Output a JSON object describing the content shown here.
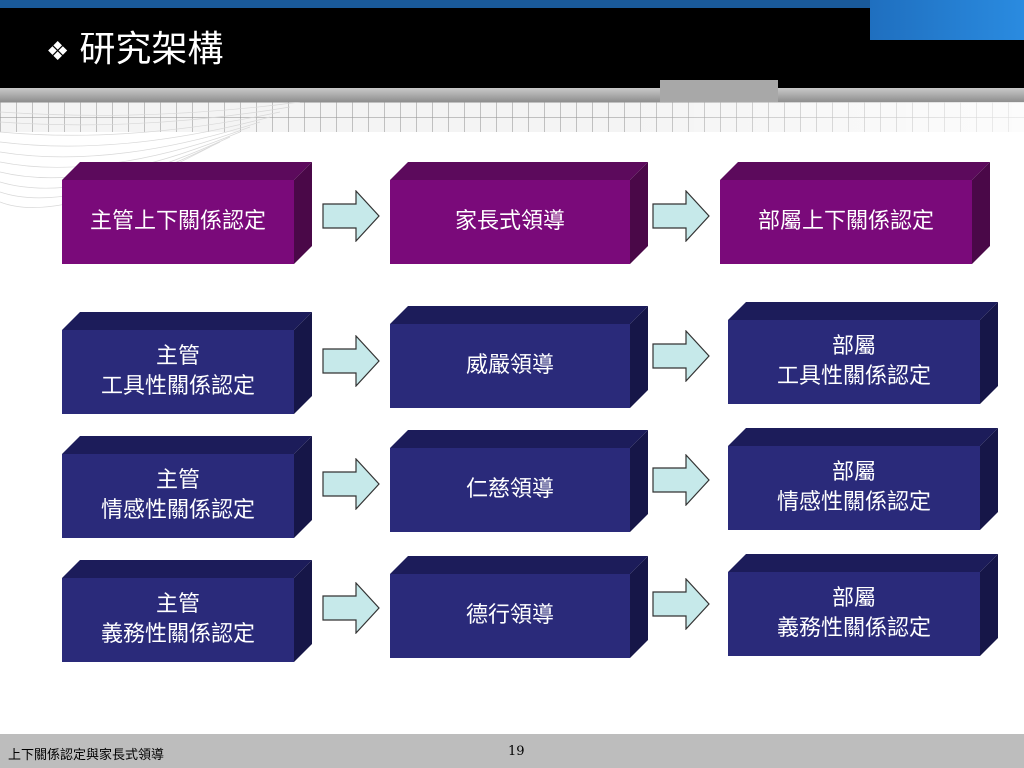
{
  "slide": {
    "title": "研究架構",
    "title_bullet": "❖",
    "footer_text": "上下關係認定與家長式領導",
    "page_number": "19"
  },
  "colors": {
    "purple_front": "#7a0a7a",
    "purple_top": "#5c0a5c",
    "purple_side": "#4a0848",
    "navy_front": "#2a2a7a",
    "navy_top": "#1c1c5a",
    "navy_side": "#161648",
    "arrow_fill": "#c6e9ea",
    "arrow_stroke": "#333333"
  },
  "diagram": {
    "rows": [
      {
        "row_id": "overall",
        "left": [
          "主管上下關係認定"
        ],
        "middle": [
          "家長式領導"
        ],
        "right": [
          "部屬上下關係認定"
        ]
      },
      {
        "row_id": "instrumental",
        "left": [
          "主管",
          "工具性關係認定"
        ],
        "middle": [
          "威嚴領導"
        ],
        "right": [
          "部屬",
          "工具性關係認定"
        ]
      },
      {
        "row_id": "affective",
        "left": [
          "主管",
          "情感性關係認定"
        ],
        "middle": [
          "仁慈領導"
        ],
        "right": [
          "部屬",
          "情感性關係認定"
        ]
      },
      {
        "row_id": "obligatory",
        "left": [
          "主管",
          "義務性關係認定"
        ],
        "middle": [
          "德行領導"
        ],
        "right": [
          "部屬",
          "義務性關係認定"
        ]
      }
    ]
  }
}
